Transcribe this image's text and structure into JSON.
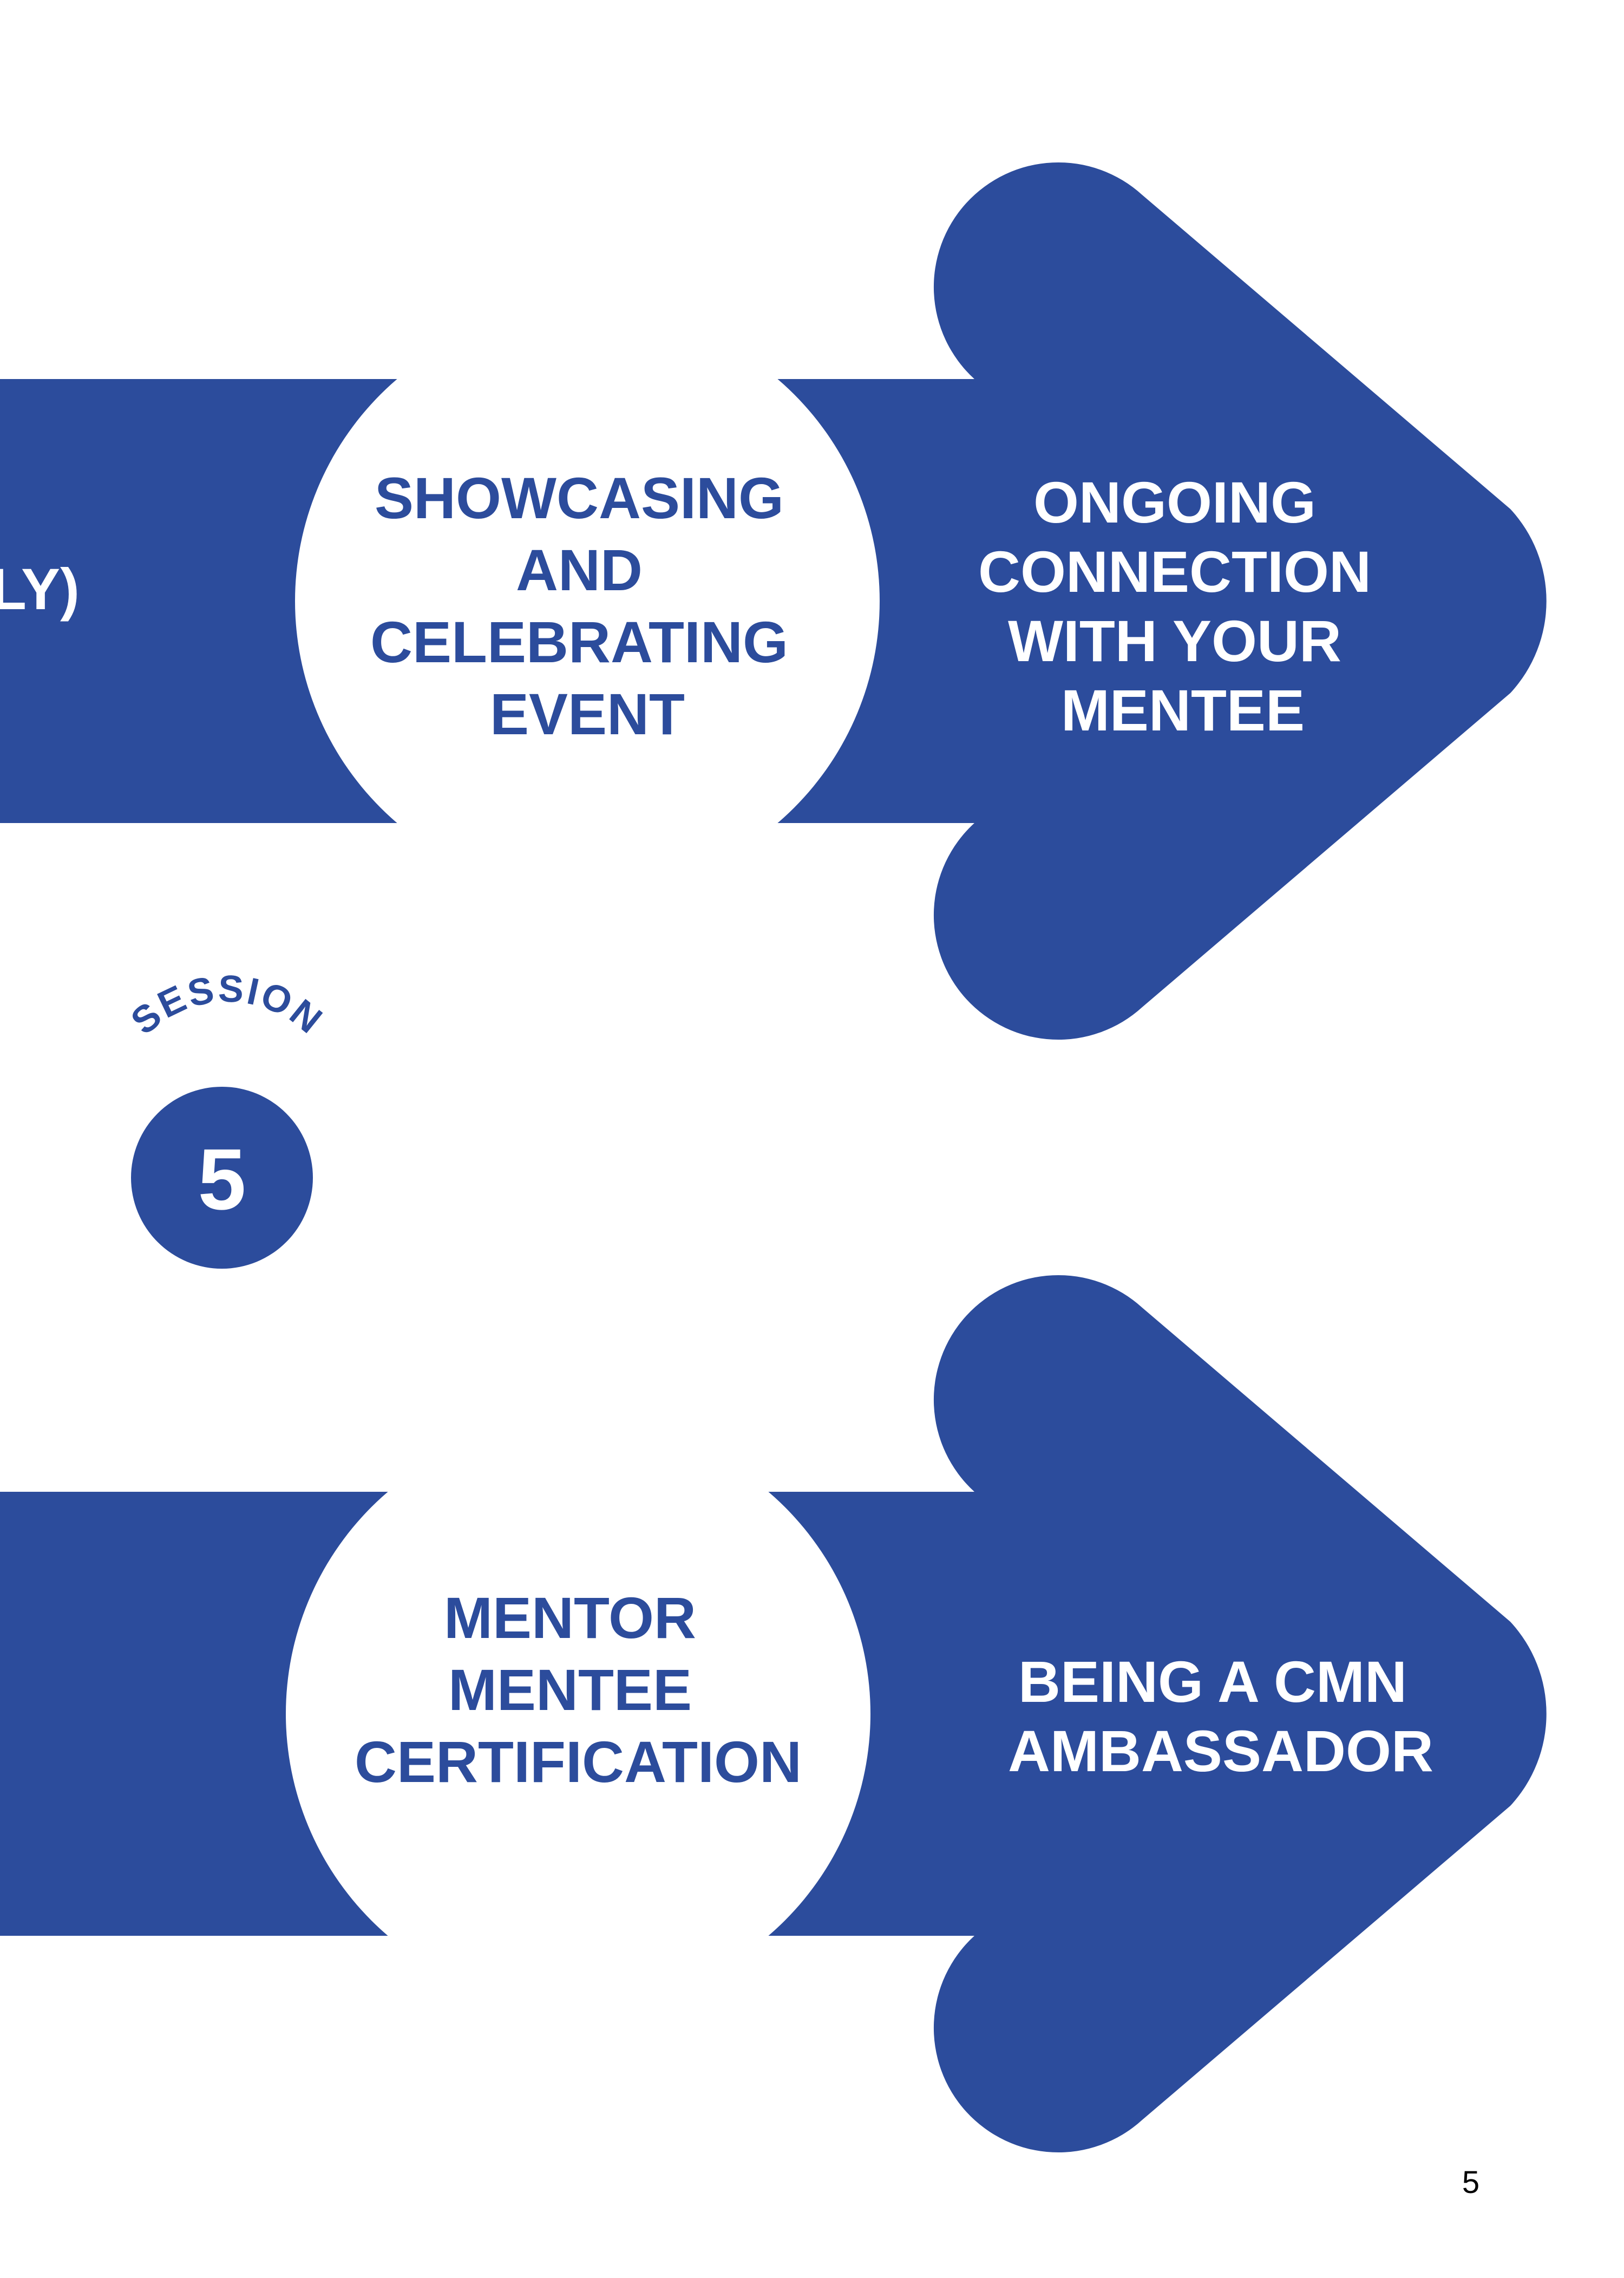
{
  "top_band": {
    "cutoff_text": "LY)",
    "middle_label": [
      "SHOWCASING",
      "AND",
      "CELEBRATING",
      "EVENT"
    ],
    "arrow_label": [
      "ONGOING",
      "CONNECTION",
      "WITH YOUR",
      "MENTEE"
    ]
  },
  "session_badge": {
    "word": "SESSION",
    "number": "5"
  },
  "bottom_band": {
    "middle_label": [
      "MENTOR",
      "MENTEE",
      "CERTIFICATION"
    ],
    "arrow_label": [
      "BEING A CMN",
      "AMBASSADOR"
    ]
  },
  "footer": {
    "page_number": "5"
  },
  "colors": {
    "brand_blue": "#2C4C9C",
    "background": "#ffffff",
    "page_number": "#000000"
  }
}
